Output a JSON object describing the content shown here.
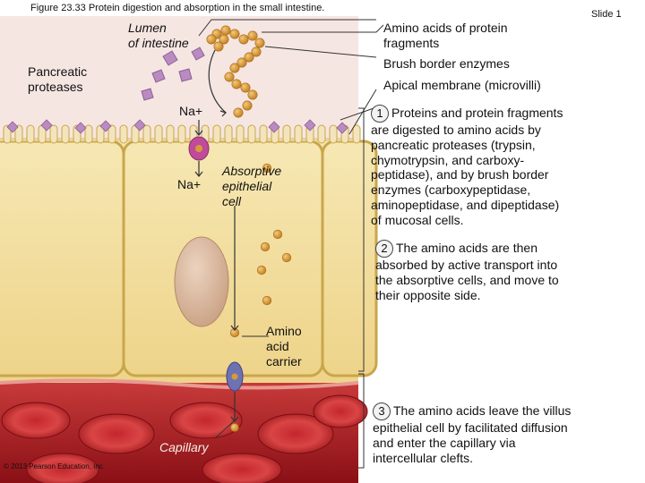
{
  "figure_title": "Figure 23.33 Protein digestion and absorption in the small intestine.",
  "slide": "Slide 1",
  "copyright": "© 2013 Pearson Education, Inc.",
  "labels": {
    "lumen_line1": "Lumen",
    "lumen_line2": "of intestine",
    "pancreatic_line1": "Pancreatic",
    "pancreatic_line2": "proteases",
    "na_top": "Na+",
    "na_cell": "Na+",
    "absorptive_line1": "Absorptive",
    "absorptive_line2": "epithelial",
    "absorptive_line3": "cell",
    "amino_line1": "Amino",
    "amino_line2": "acid",
    "amino_line3": "carrier",
    "capillary": "Capillary"
  },
  "legend": {
    "fragments_line1": "Amino acids of protein",
    "fragments_line2": "fragments",
    "brush_border": "Brush border enzymes",
    "apical": "Apical membrane (microvilli)"
  },
  "steps": [
    {
      "number": "1",
      "lines": [
        "Proteins and protein fragments",
        "are digested to amino acids by",
        "pancreatic proteases (trypsin,",
        "chymotrypsin, and carboxy-",
        "peptidase), and by brush border",
        "enzymes (carboxypeptidase,",
        "aminopeptidase, and dipeptidase)",
        "of mucosal cells."
      ]
    },
    {
      "number": "2",
      "lines": [
        "The amino acids are then",
        "absorbed by active transport into",
        "the absorptive cells, and move to",
        "their opposite side."
      ]
    },
    {
      "number": "3",
      "lines": [
        "The amino acids leave the villus",
        "epithelial cell by facilitated diffusion",
        "and enter the capillary via",
        "intercellular clefts."
      ]
    }
  ],
  "colors": {
    "lumen": "#f6e6e2",
    "cell": "#f1dd9c",
    "cell_border": "#c9a64b",
    "amino_acid": "#d79a3a",
    "enzyme": "#b98bc1",
    "blood": "#a8171f",
    "nucleus": "#d9b79b"
  }
}
